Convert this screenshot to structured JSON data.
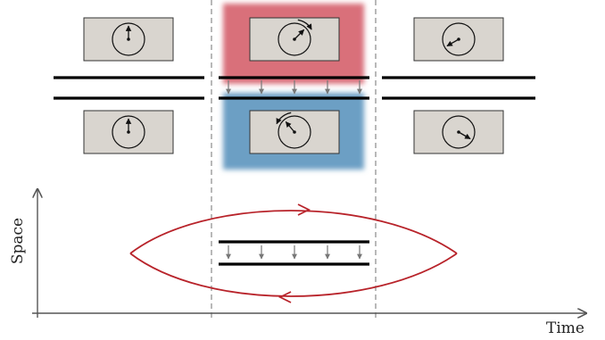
{
  "axes": {
    "x_label": "Time",
    "y_label": "Space"
  },
  "colors": {
    "box_fill": "#d9d5cf",
    "top_glow": "#d9707a",
    "bottom_glow": "#6c9fc4",
    "trajectory": "#b8232a",
    "dashed": "#8a8a8a",
    "plate": "#000000",
    "axis": "#555555"
  },
  "clocks": [
    {
      "id": "top-left",
      "row": "top",
      "column": "left",
      "hand_direction": "up"
    },
    {
      "id": "top-center",
      "row": "top",
      "column": "center",
      "hand_direction": "up-right",
      "rotation_arrow": "clockwise"
    },
    {
      "id": "top-right",
      "row": "top",
      "column": "right",
      "hand_direction": "down-left"
    },
    {
      "id": "bottom-left",
      "row": "bottom",
      "column": "left",
      "hand_direction": "up"
    },
    {
      "id": "bottom-center",
      "row": "bottom",
      "column": "center",
      "hand_direction": "up-left",
      "rotation_arrow": "counterclockwise"
    },
    {
      "id": "bottom-right",
      "row": "bottom",
      "column": "right",
      "hand_direction": "down-right"
    }
  ],
  "trajectory": {
    "top_arrow": "forward",
    "bottom_arrow": "backward"
  }
}
